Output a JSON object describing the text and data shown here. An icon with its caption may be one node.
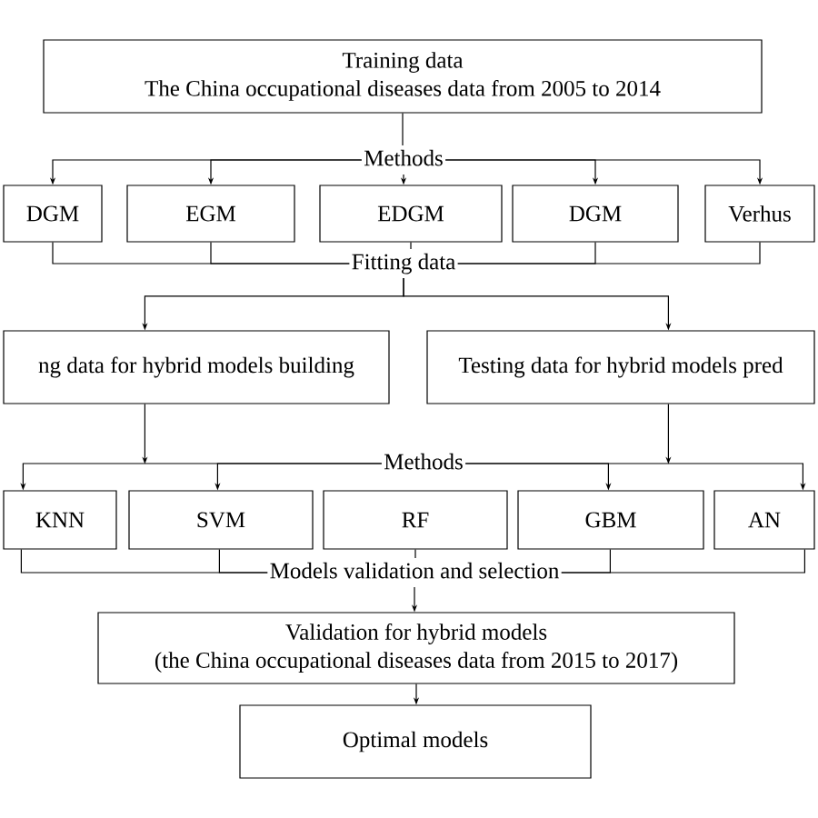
{
  "diagram": {
    "nodes": [
      {
        "text": [
          "Training data",
          "The China occupational diseases data from 2005 to 2014"
        ]
      },
      {
        "text": [
          "Methods"
        ]
      },
      {
        "text": [
          "DGM"
        ]
      },
      {
        "text": [
          "EGM"
        ]
      },
      {
        "text": [
          "EDGM"
        ]
      },
      {
        "text": [
          "DGM"
        ]
      },
      {
        "text": [
          "Verhus"
        ]
      },
      {
        "text": [
          "Fitting data"
        ]
      },
      {
        "text": [
          "ng data for hybrid models building"
        ]
      },
      {
        "text": [
          "Testing data for hybrid models pred"
        ]
      },
      {
        "text": [
          "Methods"
        ]
      },
      {
        "text": [
          "KNN"
        ]
      },
      {
        "text": [
          "SVM"
        ]
      },
      {
        "text": [
          "RF"
        ]
      },
      {
        "text": [
          "GBM"
        ]
      },
      {
        "text": [
          "AN"
        ]
      },
      {
        "text": [
          "Models validation and selection"
        ]
      },
      {
        "text": [
          "Validation for hybrid models",
          "(the China occupational diseases data from 2015 to 2017)"
        ]
      },
      {
        "text": [
          "Optimal models"
        ]
      }
    ],
    "edges": [
      {
        "from": 0,
        "to": 1,
        "arrow": "none"
      },
      {
        "from": 1,
        "to": 2,
        "arrow": "to"
      },
      {
        "from": 1,
        "to": 3,
        "arrow": "to"
      },
      {
        "from": 1,
        "to": 4,
        "arrow": "to"
      },
      {
        "from": 1,
        "to": 5,
        "arrow": "to"
      },
      {
        "from": 1,
        "to": 6,
        "arrow": "to"
      },
      {
        "from": 2,
        "to": 7,
        "arrow": "none"
      },
      {
        "from": 3,
        "to": 7,
        "arrow": "none"
      },
      {
        "from": 4,
        "to": 7,
        "arrow": "none"
      },
      {
        "from": 5,
        "to": 7,
        "arrow": "none"
      },
      {
        "from": 6,
        "to": 7,
        "arrow": "none"
      },
      {
        "from": 7,
        "to": 8,
        "arrow": "to"
      },
      {
        "from": 7,
        "to": 9,
        "arrow": "to"
      },
      {
        "from": 8,
        "to": null,
        "arrow": "to"
      },
      {
        "from": 9,
        "to": null,
        "arrow": "to"
      },
      {
        "from": 10,
        "to": 11,
        "arrow": "to"
      },
      {
        "from": 10,
        "to": 12,
        "arrow": "to"
      },
      {
        "from": 10,
        "to": 14,
        "arrow": "to"
      },
      {
        "from": 10,
        "to": 15,
        "arrow": "to"
      },
      {
        "from": 11,
        "to": 16,
        "arrow": "none"
      },
      {
        "from": 12,
        "to": 16,
        "arrow": "none"
      },
      {
        "from": 13,
        "to": 16,
        "arrow": "none"
      },
      {
        "from": 14,
        "to": 16,
        "arrow": "none"
      },
      {
        "from": 15,
        "to": 16,
        "arrow": "none"
      },
      {
        "from": 16,
        "to": 17,
        "arrow": "to"
      },
      {
        "from": 17,
        "to": 18,
        "arrow": "to"
      }
    ]
  }
}
